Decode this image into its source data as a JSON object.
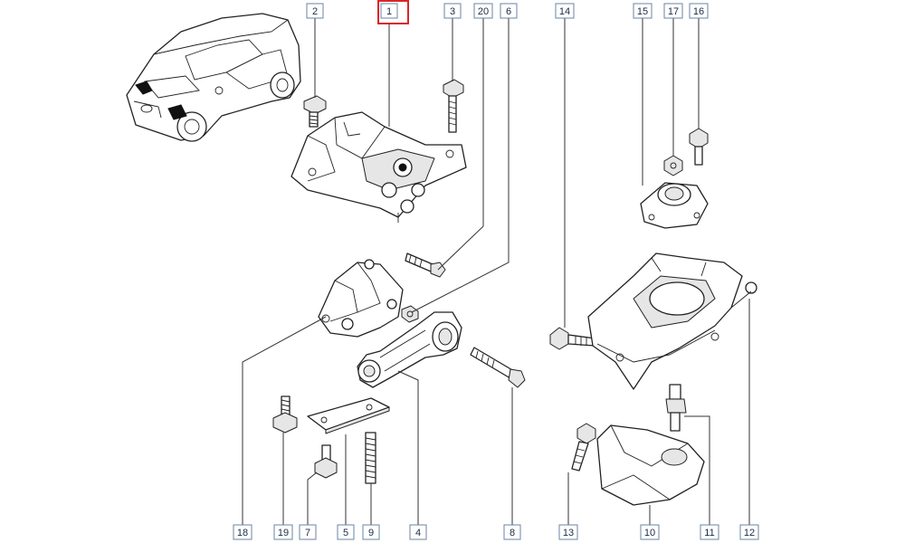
{
  "diagram": {
    "highlight_color": "#d9262b",
    "callouts": [
      {
        "id": "c2",
        "label": "2"
      },
      {
        "id": "c1",
        "label": "1",
        "highlighted": true
      },
      {
        "id": "c3",
        "label": "3"
      },
      {
        "id": "c20",
        "label": "20"
      },
      {
        "id": "c6",
        "label": "6"
      },
      {
        "id": "c14",
        "label": "14"
      },
      {
        "id": "c15",
        "label": "15"
      },
      {
        "id": "c17",
        "label": "17"
      },
      {
        "id": "c16",
        "label": "16"
      },
      {
        "id": "c18",
        "label": "18"
      },
      {
        "id": "c19",
        "label": "19"
      },
      {
        "id": "c7",
        "label": "7"
      },
      {
        "id": "c5",
        "label": "5"
      },
      {
        "id": "c9",
        "label": "9"
      },
      {
        "id": "c4",
        "label": "4"
      },
      {
        "id": "c8",
        "label": "8"
      },
      {
        "id": "c13",
        "label": "13"
      },
      {
        "id": "c10",
        "label": "10"
      },
      {
        "id": "c11",
        "label": "11"
      },
      {
        "id": "c12",
        "label": "12"
      }
    ]
  }
}
